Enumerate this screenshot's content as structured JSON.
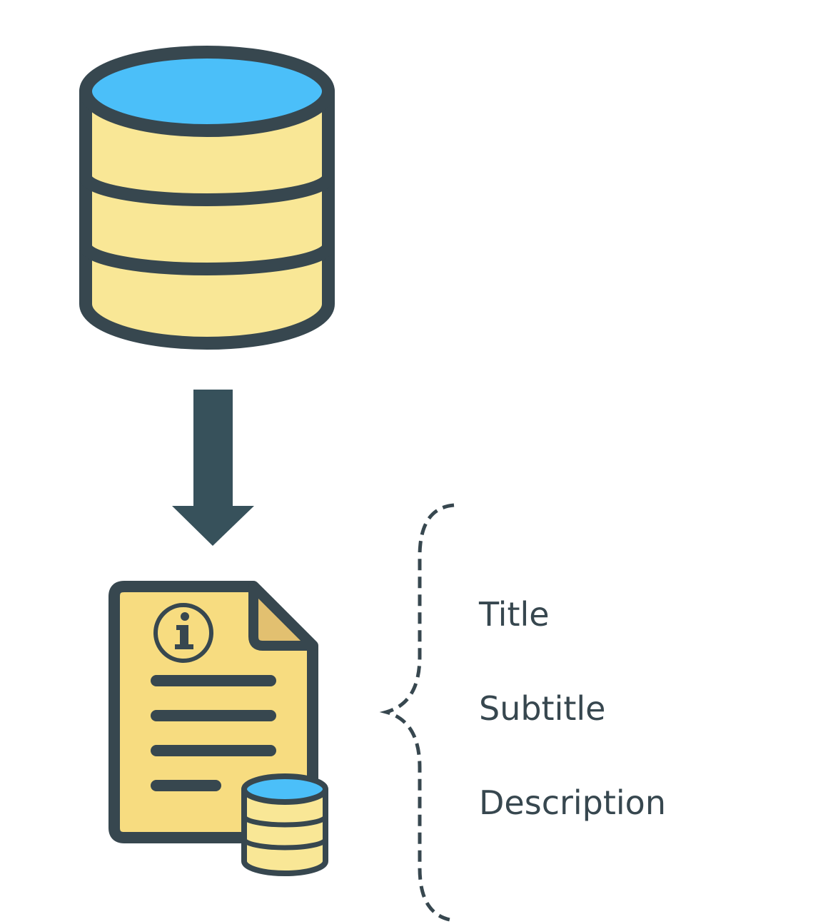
{
  "colors": {
    "outline": "#37474f",
    "cylinder_top": "#4bbff9",
    "cylinder_body": "#f9e796",
    "document_body": "#f7dc80",
    "document_fold": "#e2c070",
    "arrow": "#37515b"
  },
  "icons": {
    "source": "database-icon",
    "flow": "arrow-down-icon",
    "result": "metadata-document-icon",
    "info": "info-icon",
    "small_db": "small-database-icon",
    "group": "curly-brace-icon"
  },
  "metadata_fields": [
    "Title",
    "Subtitle",
    "Description"
  ]
}
